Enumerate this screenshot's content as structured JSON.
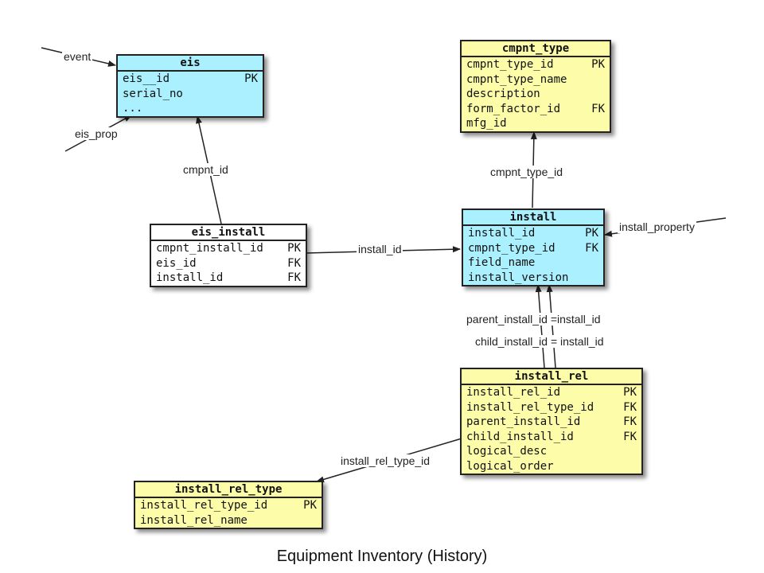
{
  "caption": "Equipment Inventory (History)",
  "entities": {
    "eis": {
      "name": "eis",
      "attributes": [
        {
          "name": "eis__id",
          "key": "PK"
        },
        {
          "name": "serial_no",
          "key": ""
        },
        {
          "name": "...",
          "key": ""
        }
      ],
      "color": "#aaf0ff"
    },
    "cmpnt_type": {
      "name": "cmpnt_type",
      "attributes": [
        {
          "name": "cmpnt_type_id",
          "key": "PK"
        },
        {
          "name": "cmpnt_type_name",
          "key": ""
        },
        {
          "name": "description",
          "key": ""
        },
        {
          "name": "form_factor_id",
          "key": "FK"
        },
        {
          "name": "mfg_id",
          "key": ""
        }
      ],
      "color": "#fdfca8"
    },
    "eis_install": {
      "name": "eis_install",
      "attributes": [
        {
          "name": "cmpnt_install_id",
          "key": "PK"
        },
        {
          "name": "eis_id",
          "key": "FK"
        },
        {
          "name": "install_id",
          "key": "FK"
        }
      ],
      "color": "#ffffff"
    },
    "install": {
      "name": "install",
      "attributes": [
        {
          "name": "install_id",
          "key": "PK"
        },
        {
          "name": "cmpnt_type_id",
          "key": "FK"
        },
        {
          "name": "field_name",
          "key": ""
        },
        {
          "name": "install_version",
          "key": ""
        }
      ],
      "color": "#aaf0ff"
    },
    "install_rel": {
      "name": "install_rel",
      "attributes": [
        {
          "name": "install_rel_id",
          "key": "PK"
        },
        {
          "name": "install_rel_type_id",
          "key": "FK"
        },
        {
          "name": "parent_install_id",
          "key": "FK"
        },
        {
          "name": "child_install_id",
          "key": "FK"
        },
        {
          "name": "logical_desc",
          "key": ""
        },
        {
          "name": "logical_order",
          "key": ""
        }
      ],
      "color": "#fdfca8"
    },
    "install_rel_type": {
      "name": "install_rel_type",
      "attributes": [
        {
          "name": "install_rel_type_id",
          "key": "PK"
        },
        {
          "name": "install_rel_name",
          "key": ""
        }
      ],
      "color": "#fdfca8"
    }
  },
  "relationships": {
    "event": "event",
    "eis_prop": "eis_prop",
    "cmpnt_id": "cmpnt_id",
    "cmpnt_type_id": "cmpnt_type_id",
    "install_id": "install_id",
    "install_property": "install_property",
    "parent_install": "parent_install_id =install_id",
    "child_install": "child_install_id = install_id",
    "install_rel_type_id": "install_rel_type_id"
  }
}
